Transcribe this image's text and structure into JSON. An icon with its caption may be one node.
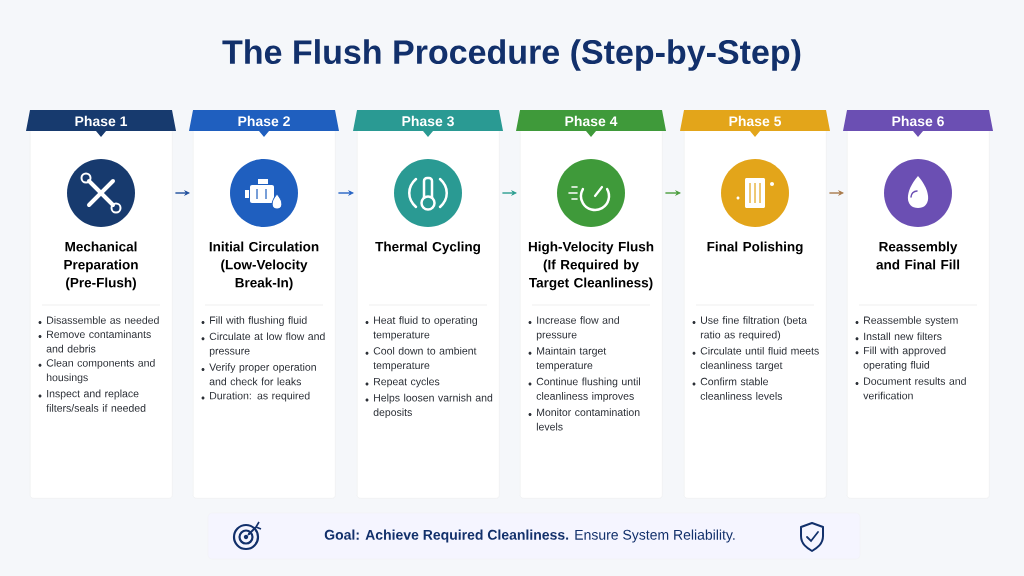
{
  "diagram": {
    "title": "The Flush Procedure (Step-by-Step)",
    "nodes": [
      {
        "text": [
          "Phase 1",
          "Mechanical Preparation (Pre-Flush)",
          "Disassemble as needed",
          "Remove contaminants and debris",
          "Clean components and housings",
          "Inspect and replace filters/seals if needed"
        ]
      },
      {
        "text": [
          "Phase 2",
          "Initial Circulation (Low-Velocity Break-In)",
          "Fill with flushing fluid",
          "Circulate at low flow and pressure",
          "Verify proper operation and check for leaks",
          "Duration: as required"
        ]
      },
      {
        "text": [
          "Phase 3",
          "Thermal Cycling",
          "Heat fluid to operating temperature",
          "Cool down to ambient temperature",
          "Repeat cycles",
          "Helps loosen varnish and deposits"
        ]
      },
      {
        "text": [
          "Phase 4",
          "High-Velocity Flush (If Required by Target Cleanliness)",
          "Increase flow and pressure",
          "Maintain target temperature",
          "Continue flushing until cleanliness improves",
          "Monitor contamination levels"
        ]
      },
      {
        "text": [
          "Phase 5",
          "Final Polishing",
          "Use fine filtration (beta ratio as required)",
          "Circulate until fluid meets cleanliness target",
          "Confirm stable cleanliness levels"
        ]
      },
      {
        "text": [
          "Phase 6",
          "Reassembly and Final Fill",
          "Reassemble system",
          "Install new filters",
          "Fill with approved operating fluid",
          "Document results and verification"
        ]
      },
      {
        "text": [
          "**Goal: Achieve Required Cleanliness.** Ensure System Reliability."
        ]
      }
    ],
    "edges": [
      {
        "from": 0,
        "to": 1,
        "arrow": "to",
        "color": "#1f4e9c"
      },
      {
        "from": 1,
        "to": 2,
        "arrow": "to",
        "color": "#2563c4"
      },
      {
        "from": 2,
        "to": 3,
        "arrow": "to",
        "color": "#2a9d8f"
      },
      {
        "from": 3,
        "to": 4,
        "arrow": "to",
        "color": "#4a9d3c"
      },
      {
        "from": 4,
        "to": 5,
        "arrow": "to",
        "color": "#a97a4a"
      }
    ]
  }
}
